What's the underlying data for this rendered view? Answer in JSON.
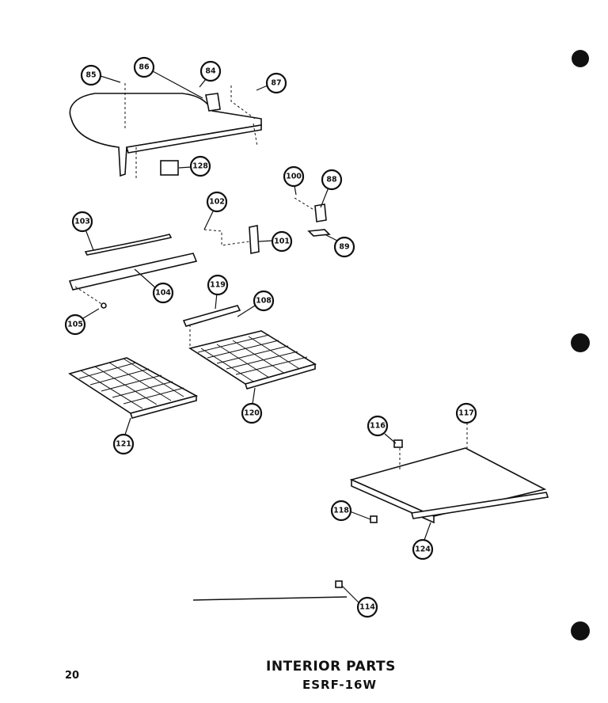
{
  "title": {
    "line1": "INTERIOR PARTS",
    "line2": "ESRF-16W"
  },
  "page_number": "20",
  "callouts": [
    "85",
    "86",
    "84",
    "87",
    "128",
    "100",
    "88",
    "102",
    "103",
    "101",
    "89",
    "104",
    "105",
    "119",
    "108",
    "120",
    "121",
    "116",
    "117",
    "118",
    "124",
    "114"
  ],
  "colors": {
    "ink": "#111111",
    "paper": "#ffffff"
  }
}
